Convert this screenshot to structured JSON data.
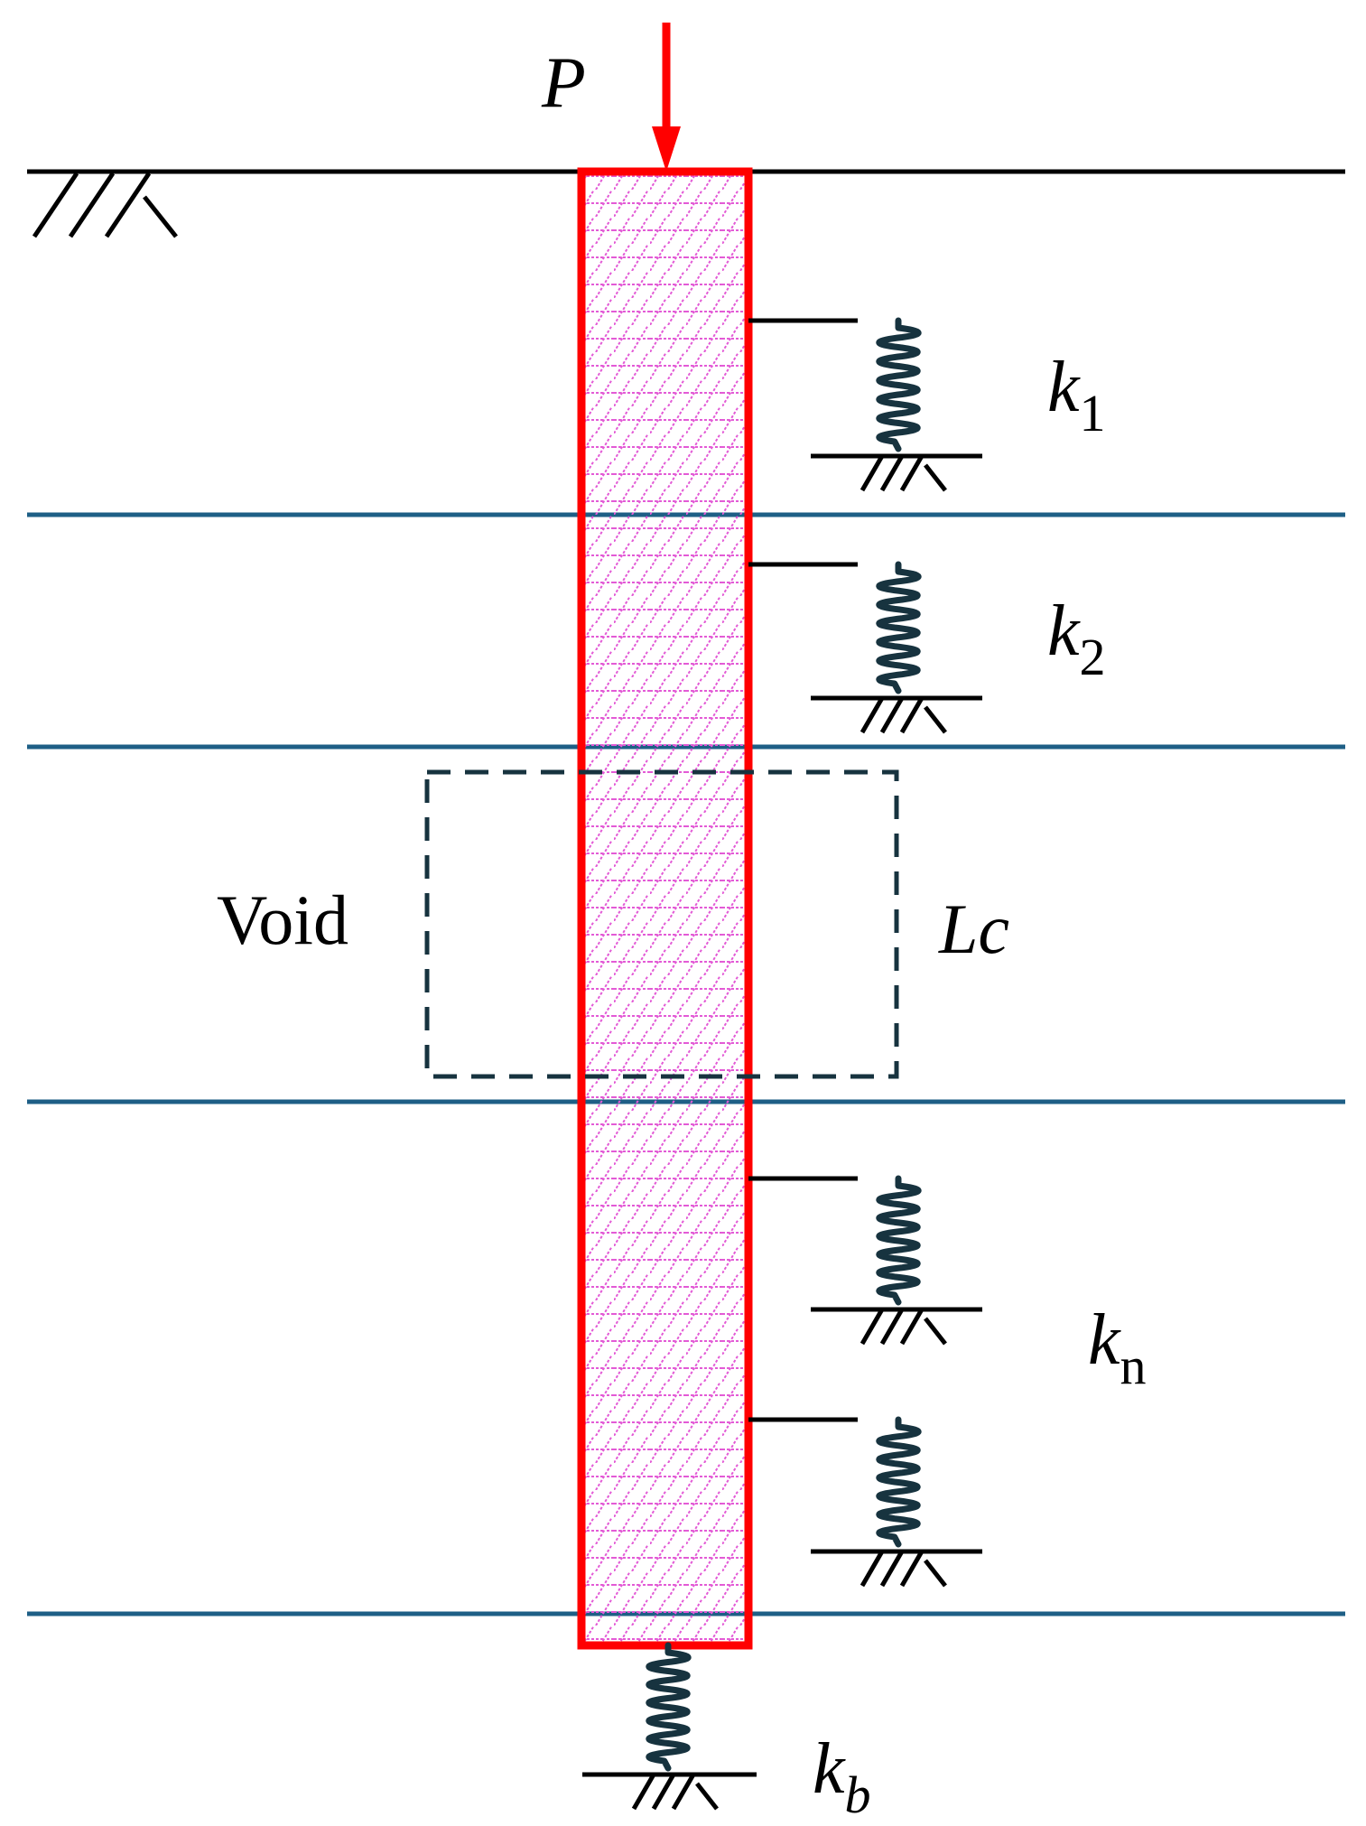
{
  "load_label": "P",
  "void_label": "Void",
  "void_length_label": "Lc",
  "springs": [
    {
      "symbol": "k",
      "subscript": "1"
    },
    {
      "symbol": "k",
      "subscript": "2"
    },
    {
      "symbol": "k",
      "subscript": "n"
    },
    {
      "symbol": "k",
      "subscript": "b"
    }
  ],
  "colors": {
    "pile_outline": "#ff0000",
    "pile_hatch": "#e35bd6",
    "soil_layer_lines": "#1e5f86",
    "springs": "#17333f",
    "load_arrow": "#ff0000"
  }
}
